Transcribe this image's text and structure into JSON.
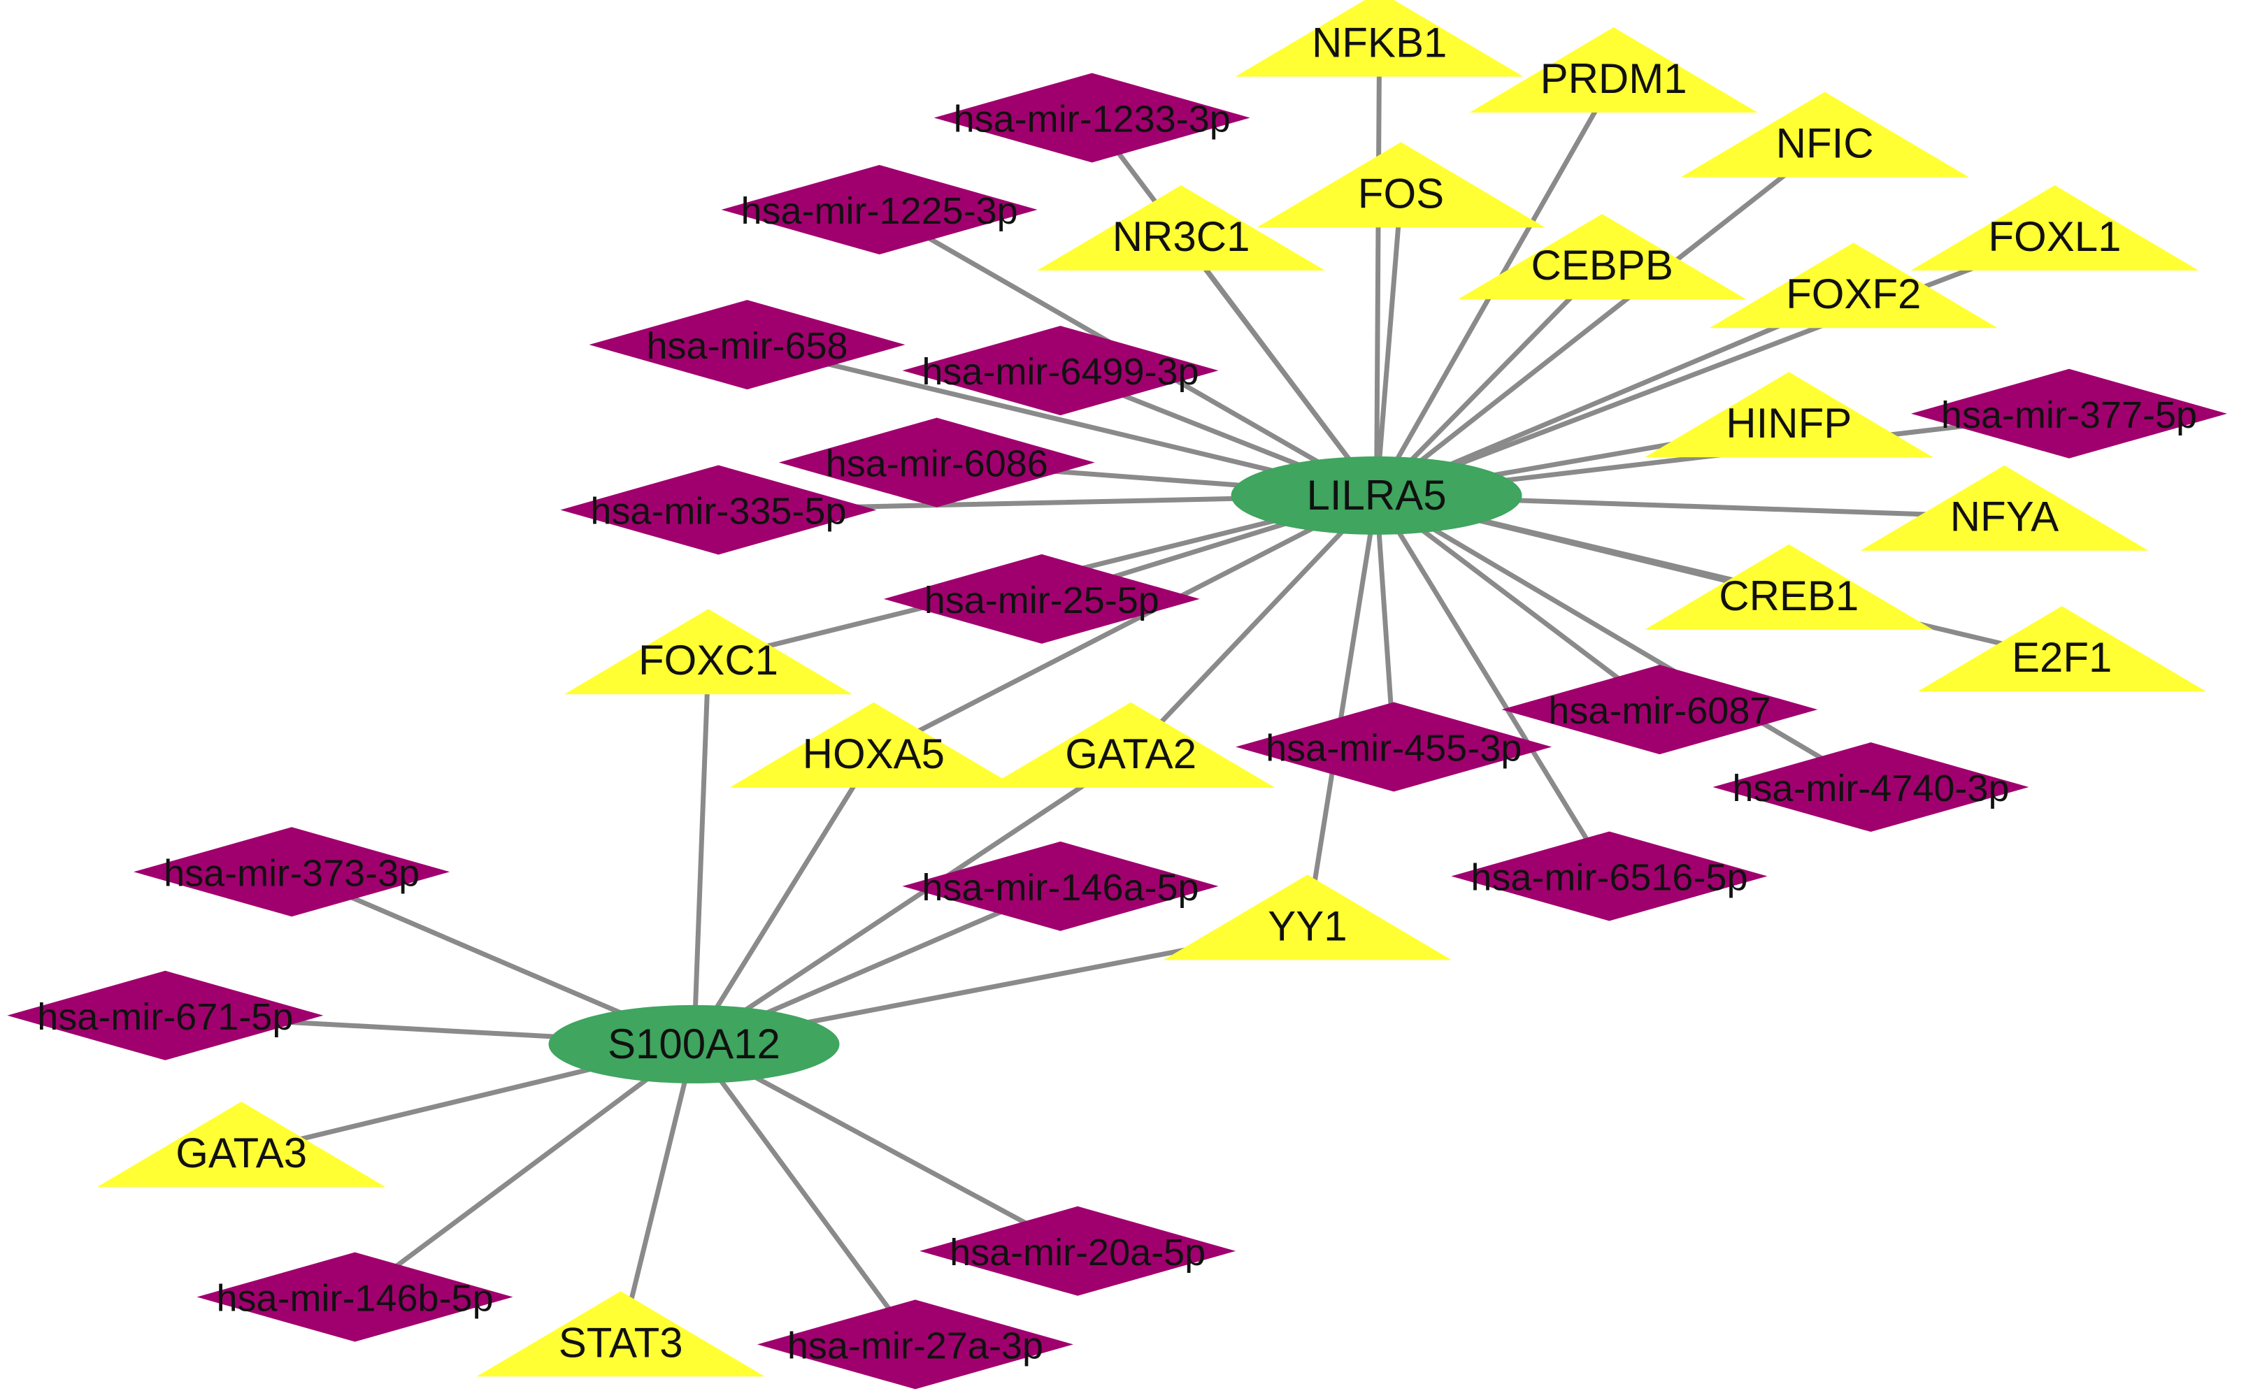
{
  "colors": {
    "hub_fill": "#3fa55f",
    "mirna_fill": "#a0006e",
    "tf_fill": "#ffff33",
    "edge": "#8a8a8a",
    "background": "#ffffff",
    "label": "#111111"
  },
  "node_types": {
    "hub": "green ellipse",
    "mirna": "purple diamond",
    "tf": "yellow triangle"
  },
  "nodes": [
    {
      "id": "LILRA5",
      "label": "LILRA5",
      "type": "hub"
    },
    {
      "id": "S100A12",
      "label": "S100A12",
      "type": "hub"
    },
    {
      "id": "NFKB1",
      "label": "NFKB1",
      "type": "tf"
    },
    {
      "id": "PRDM1",
      "label": "PRDM1",
      "type": "tf"
    },
    {
      "id": "NFIC",
      "label": "NFIC",
      "type": "tf"
    },
    {
      "id": "FOS",
      "label": "FOS",
      "type": "tf"
    },
    {
      "id": "NR3C1",
      "label": "NR3C1",
      "type": "tf"
    },
    {
      "id": "CEBPB",
      "label": "CEBPB",
      "type": "tf"
    },
    {
      "id": "FOXL1",
      "label": "FOXL1",
      "type": "tf"
    },
    {
      "id": "FOXF2",
      "label": "FOXF2",
      "type": "tf"
    },
    {
      "id": "HINFP",
      "label": "HINFP",
      "type": "tf"
    },
    {
      "id": "NFYA",
      "label": "NFYA",
      "type": "tf"
    },
    {
      "id": "CREB1",
      "label": "CREB1",
      "type": "tf"
    },
    {
      "id": "E2F1",
      "label": "E2F1",
      "type": "tf"
    },
    {
      "id": "FOXC1",
      "label": "FOXC1",
      "type": "tf"
    },
    {
      "id": "HOXA5",
      "label": "HOXA5",
      "type": "tf"
    },
    {
      "id": "GATA2",
      "label": "GATA2",
      "type": "tf"
    },
    {
      "id": "YY1",
      "label": "YY1",
      "type": "tf"
    },
    {
      "id": "GATA3",
      "label": "GATA3",
      "type": "tf"
    },
    {
      "id": "STAT3",
      "label": "STAT3",
      "type": "tf"
    },
    {
      "id": "mir1233",
      "label": "hsa-mir-1233-3p",
      "type": "mirna"
    },
    {
      "id": "mir1225",
      "label": "hsa-mir-1225-3p",
      "type": "mirna"
    },
    {
      "id": "mir658",
      "label": "hsa-mir-658",
      "type": "mirna"
    },
    {
      "id": "mir6499",
      "label": "hsa-mir-6499-3p",
      "type": "mirna"
    },
    {
      "id": "mir6086",
      "label": "hsa-mir-6086",
      "type": "mirna"
    },
    {
      "id": "mir335",
      "label": "hsa-mir-335-5p",
      "type": "mirna"
    },
    {
      "id": "mir25",
      "label": "hsa-mir-25-5p",
      "type": "mirna"
    },
    {
      "id": "mir377",
      "label": "hsa-mir-377-5p",
      "type": "mirna"
    },
    {
      "id": "mir455",
      "label": "hsa-mir-455-3p",
      "type": "mirna"
    },
    {
      "id": "mir6087",
      "label": "hsa-mir-6087",
      "type": "mirna"
    },
    {
      "id": "mir4740",
      "label": "hsa-mir-4740-3p",
      "type": "mirna"
    },
    {
      "id": "mir6516",
      "label": "hsa-mir-6516-5p",
      "type": "mirna"
    },
    {
      "id": "mir146a",
      "label": "hsa-mir-146a-5p",
      "type": "mirna"
    },
    {
      "id": "mir373",
      "label": "hsa-mir-373-3p",
      "type": "mirna"
    },
    {
      "id": "mir671",
      "label": "hsa-mir-671-5p",
      "type": "mirna"
    },
    {
      "id": "mir146b",
      "label": "hsa-mir-146b-5p",
      "type": "mirna"
    },
    {
      "id": "mir20a",
      "label": "hsa-mir-20a-5p",
      "type": "mirna"
    },
    {
      "id": "mir27a",
      "label": "hsa-mir-27a-3p",
      "type": "mirna"
    }
  ],
  "edges": [
    [
      "LILRA5",
      "NFKB1"
    ],
    [
      "LILRA5",
      "PRDM1"
    ],
    [
      "LILRA5",
      "NFIC"
    ],
    [
      "LILRA5",
      "FOS"
    ],
    [
      "LILRA5",
      "NR3C1"
    ],
    [
      "LILRA5",
      "CEBPB"
    ],
    [
      "LILRA5",
      "FOXL1"
    ],
    [
      "LILRA5",
      "FOXF2"
    ],
    [
      "LILRA5",
      "HINFP"
    ],
    [
      "LILRA5",
      "mir377"
    ],
    [
      "LILRA5",
      "NFYA"
    ],
    [
      "LILRA5",
      "CREB1"
    ],
    [
      "LILRA5",
      "E2F1"
    ],
    [
      "LILRA5",
      "mir1233"
    ],
    [
      "LILRA5",
      "mir1225"
    ],
    [
      "LILRA5",
      "mir658"
    ],
    [
      "LILRA5",
      "mir6499"
    ],
    [
      "LILRA5",
      "mir6086"
    ],
    [
      "LILRA5",
      "mir335"
    ],
    [
      "LILRA5",
      "mir25"
    ],
    [
      "LILRA5",
      "mir455"
    ],
    [
      "LILRA5",
      "mir6087"
    ],
    [
      "LILRA5",
      "mir4740"
    ],
    [
      "LILRA5",
      "mir6516"
    ],
    [
      "LILRA5",
      "YY1"
    ],
    [
      "LILRA5",
      "GATA2"
    ],
    [
      "LILRA5",
      "HOXA5"
    ],
    [
      "LILRA5",
      "FOXC1"
    ],
    [
      "S100A12",
      "FOXC1"
    ],
    [
      "S100A12",
      "HOXA5"
    ],
    [
      "S100A12",
      "GATA2"
    ],
    [
      "S100A12",
      "mir146a"
    ],
    [
      "S100A12",
      "YY1"
    ],
    [
      "S100A12",
      "mir373"
    ],
    [
      "S100A12",
      "mir671"
    ],
    [
      "S100A12",
      "GATA3"
    ],
    [
      "S100A12",
      "mir146b"
    ],
    [
      "S100A12",
      "STAT3"
    ],
    [
      "S100A12",
      "mir27a"
    ],
    [
      "S100A12",
      "mir20a"
    ]
  ]
}
